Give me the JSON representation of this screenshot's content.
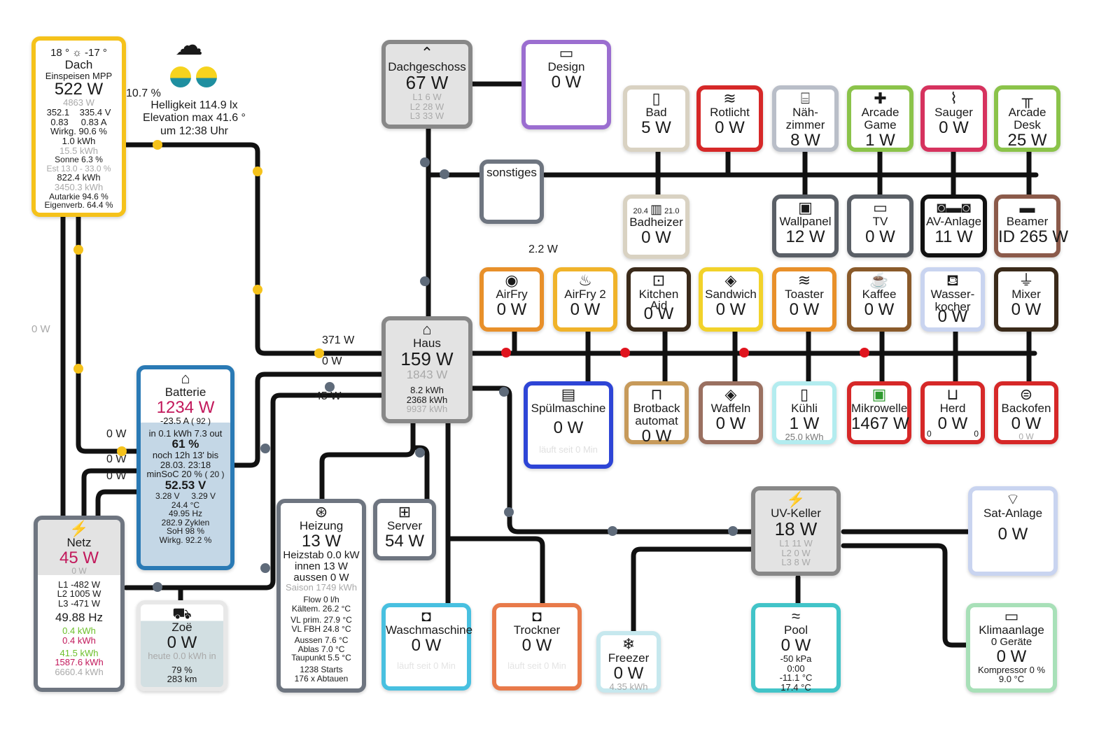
{
  "colors": {
    "line": "#111111",
    "solar": "#f5c21b",
    "battery_border": "#2a7ab5",
    "grid_power": "#c2185b",
    "green_text": "#6cbf2a"
  },
  "icons": {
    "dach": "sun-icon",
    "weather": "cloud-rain-icon",
    "dachgeschoss": "chevron-up-icon",
    "design": "monitor-icon",
    "haus": "house-icon",
    "batterie": "battery-icon",
    "netz": "power-tower-icon",
    "zoe": "car-icon",
    "heizung": "fan-icon",
    "server": "network-icon",
    "uv_keller": "lightning-icon",
    "sat": "satellite-dish-icon",
    "klima": "air-conditioner-icon",
    "pool": "swimmer-icon",
    "freezer": "snowflake-icon"
  },
  "dach": {
    "temp_left": "18 °",
    "temp_right": "-17 °",
    "title": "Dach",
    "subtitle": "Einspeisen MPP",
    "power": "522 W",
    "power2": "4863 W",
    "v_row": "352.1    335.4 V",
    "a_row": "0.83     0.83 A",
    "wirkg": "Wirkg. 90.6 %",
    "kwh1": "1.0 kWh",
    "kwh2": "15.5 kWh",
    "sonne": "Sonne 6.3 %",
    "est": "Est 13.0 -  33.0 %",
    "kwh3": "822.4 kWh",
    "kwh4": "3450.3 kWh",
    "autarkie": "Autarkie 94.6 %",
    "eigenverb": "Eigenverb. 64.4 %"
  },
  "weather": {
    "percent": "10.7 %",
    "helligkeit": "Helligkeit 114.9 lx",
    "elevation": "Elevation max 41.6 °",
    "time": "um 12:38 Uhr"
  },
  "dachgeschoss": {
    "title": "Dachgeschoss",
    "power": "67 W",
    "l1": "L1 6 W",
    "l2": "L2 28 W",
    "l3": "L3 33 W"
  },
  "design": {
    "title": "Design",
    "power": "0 W"
  },
  "sonstiges": {
    "title": "sonstiges",
    "power": "2.2 W"
  },
  "row1": [
    {
      "key": "bad",
      "icon": "door-icon",
      "title": "Bad",
      "power": "5 W"
    },
    {
      "key": "rotlicht",
      "icon": "heat-icon",
      "title": "Rotlicht",
      "power": "0 W"
    },
    {
      "key": "naehzimmer",
      "icon": "sewing-machine-icon",
      "title": "Näh-",
      "title2": "zimmer",
      "power": "8 W"
    },
    {
      "key": "arcade-game",
      "icon": "gamepad-icon",
      "title": "Arcade",
      "title2": "Game",
      "power": "1 W"
    },
    {
      "key": "sauger",
      "icon": "vacuum-icon",
      "title": "Sauger",
      "power": "0 W"
    },
    {
      "key": "arcade-desk",
      "icon": "desk-icon",
      "title": "Arcade",
      "title2": "Desk",
      "power": "25 W"
    }
  ],
  "row2": {
    "badheizer": {
      "temp_left": "20.4",
      "temp_right": "21.0",
      "title": "Badheizer",
      "power": "0 W"
    },
    "wallpanel": {
      "title": "Wallpanel",
      "power": "12 W"
    },
    "tv": {
      "title": "TV",
      "power": "0 W"
    },
    "av": {
      "title": "AV-Anlage",
      "power": "11 W"
    },
    "beamer": {
      "title": "Beamer",
      "power": "ID 265 W"
    }
  },
  "kitchen_top": [
    {
      "key": "airfry",
      "title": "AirFry",
      "power": "0 W"
    },
    {
      "key": "airfry2",
      "title": "AirFry 2",
      "power": "0 W"
    },
    {
      "key": "kitchenaid",
      "title": "Kitchen",
      "title2": "Aid",
      "power": "0 W"
    },
    {
      "key": "sandwich",
      "title": "Sandwich",
      "power": "0 W"
    },
    {
      "key": "toaster",
      "title": "Toaster",
      "power": "0 W"
    },
    {
      "key": "kaffee",
      "title": "Kaffee",
      "power": "0 W"
    },
    {
      "key": "wasserkocher",
      "title": "Wasser-",
      "title2": "kocher",
      "power": "0 W"
    },
    {
      "key": "mixer",
      "title": "Mixer",
      "power": "0 W"
    }
  ],
  "kitchen_bottom": {
    "spuel": {
      "title": "Spülmaschine",
      "power": "0 W",
      "note": "läuft seit 0 Min"
    },
    "brot": {
      "title": "Brotback",
      "title2": "automat",
      "power": "0 W"
    },
    "waffeln": {
      "title": "Waffeln",
      "power": "0 W"
    },
    "kuehl": {
      "title": "Kühli",
      "power": "1 W",
      "kwh": "25.0 kWh"
    },
    "mikro": {
      "title": "Mikrowelle",
      "power": "1467 W"
    },
    "herd": {
      "title": "Herd",
      "power": "0 W",
      "l": "0",
      "r": "0"
    },
    "backofen": {
      "title": "Backofen",
      "power": "0 W",
      "sub": "0 W"
    }
  },
  "haus": {
    "title": "Haus",
    "power": "159 W",
    "power2": "1843 W",
    "kwh1": "8.2 kWh",
    "kwh2": "2368 kWh",
    "kwh3": "9937 kWh"
  },
  "flows": {
    "solar_in": "371 W",
    "batt_in": "0 W",
    "grid_in": "45 W",
    "left_0w": "0 W",
    "b1": "0 W",
    "b2": "0 W",
    "b3": "0 W"
  },
  "batterie": {
    "title": "Batterie",
    "power": "1234 W",
    "amp": "-23.5 A",
    "amp_sub": "( 92 )",
    "inout": "in 0.1 kWh  7.3 out",
    "soc": "61 %",
    "noch": "noch 12h 13' bis",
    "date": "28.03. 23:18",
    "minsoc": "minSoC 20 %",
    "minsoc_sub": "( 20 )",
    "volt": "52.53 V",
    "cells": "3.28 V     3.29 V",
    "temp": "24.4 °C",
    "hz": "49.95 Hz",
    "zyklen": "282.9 Zyklen",
    "soh": "SoH 98 %",
    "wirkg": "Wirkg. 92.2 %"
  },
  "netz": {
    "title": "Netz",
    "power": "45 W",
    "power2": "0 W",
    "l1": "L1 -482 W",
    "l2": "L2 1005 W",
    "l3": "L3 -471 W",
    "hz": "49.88 Hz",
    "g1": "0.4 kWh",
    "r1": "0.4 kWh",
    "g2": "41.5 kWh",
    "r2": "1587.6 kWh",
    "gr": "6660.4 kWh"
  },
  "zoe": {
    "title": "Zoë",
    "power": "0 W",
    "heute": "heute 0.0 kWh in",
    "soc": "79 %",
    "km": "283 km"
  },
  "heizung": {
    "title": "Heizung",
    "power": "13 W",
    "heizstab": "Heizstab 0.0 kW",
    "innen": "innen 13 W",
    "aussen_w": "aussen 0 W",
    "saison": "Saison 1749 kWh",
    "flow": "Flow 0 l/h",
    "kaeltem": "Kältem. 26.2 °C",
    "vl_prim": "VL prim. 27.9 °C",
    "vl_fbh": "VL FBH 24.8 °C",
    "aussen_t": "Aussen 7.6 °C",
    "ablas": "Ablas 7.0 °C",
    "taupunkt": "Taupunkt 5.5 °C",
    "starts": "1238 Starts",
    "abtauen": "176 x Abtauen"
  },
  "server": {
    "title": "Server",
    "power": "54 W"
  },
  "waschmaschine": {
    "title": "Waschmaschine",
    "power": "0 W",
    "note": "läuft seit 0 Min"
  },
  "trockner": {
    "title": "Trockner",
    "power": "0 W",
    "note": "läuft seit 0 Min"
  },
  "freezer": {
    "title": "Freezer",
    "power": "0 W",
    "kwh": "4.35 kWh"
  },
  "uvkeller": {
    "title": "UV-Keller",
    "power": "18 W",
    "l1": "L1 11 W",
    "l2": "L2 0 W",
    "l3": "L3 8 W"
  },
  "pool": {
    "title": "Pool",
    "power": "0 W",
    "kpa": "-50 kPa",
    "time": "0:00",
    "t1": "-11.1 °C",
    "t2": "17.4 °C"
  },
  "sat": {
    "title": "Sat-Anlage",
    "power": "0 W"
  },
  "klima": {
    "title": "Klimaanlage",
    "sub": "0 Geräte",
    "power": "0 W",
    "kompressor": "Kompressor 0 %",
    "temp": "9.0 °C"
  }
}
